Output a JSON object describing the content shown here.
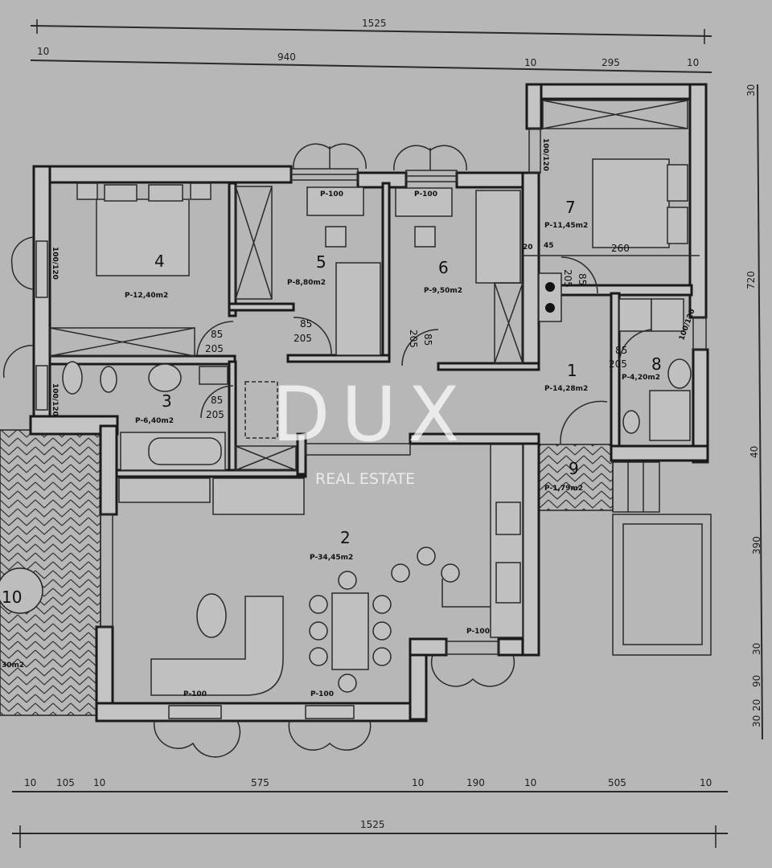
{
  "dimensions": {
    "top_overall": "1525",
    "top_segments": [
      "10",
      "940",
      "10",
      "295",
      "10"
    ],
    "right_segments": [
      "30",
      "720",
      "40",
      "390",
      "30",
      "90",
      "20",
      "30"
    ],
    "bottom_segments": [
      "10",
      "105",
      "10",
      "575",
      "10",
      "190",
      "10",
      "505",
      "10"
    ],
    "bottom_overall": "1525"
  },
  "rooms": [
    {
      "number": "1",
      "area": "P-14,28m2"
    },
    {
      "number": "2",
      "area": "P-34,45m2"
    },
    {
      "number": "3",
      "area": "P-6,40m2"
    },
    {
      "number": "4",
      "area": "P-12,40m2"
    },
    {
      "number": "5",
      "area": "P-8,80m2"
    },
    {
      "number": "6",
      "area": "P-9,50m2"
    },
    {
      "number": "7",
      "area": "P-11,45m2"
    },
    {
      "number": "8",
      "area": "P-4,20m2"
    },
    {
      "number": "9",
      "area": "P-1,79m2"
    },
    {
      "number": "10",
      "area": "30m2"
    }
  ],
  "door_label": {
    "width": "85",
    "height": "205"
  },
  "window_labels": {
    "p100": "P-100",
    "w100_120": "100/120",
    "w260": "260",
    "w20": "20",
    "w45": "45"
  },
  "watermark": {
    "brand": "DUX",
    "subtitle": "REAL ESTATE"
  }
}
